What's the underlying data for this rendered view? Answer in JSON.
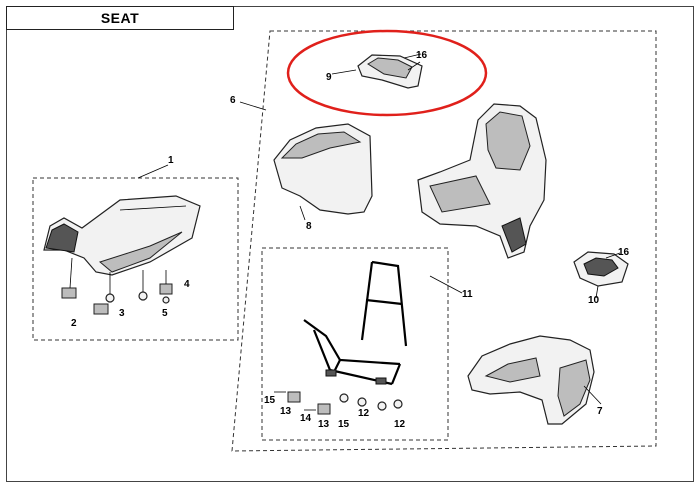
{
  "title": "SEAT",
  "highlight_color": "#e0201b",
  "callouts": {
    "c1": "1",
    "c2": "2",
    "c3": "3",
    "c4": "4",
    "c5": "5",
    "c6": "6",
    "c7": "7",
    "c8": "8",
    "c9": "9",
    "c10": "10",
    "c11": "11",
    "c12a": "12",
    "c12b": "12",
    "c13a": "13",
    "c13b": "13",
    "c14": "14",
    "c15a": "15",
    "c15b": "15",
    "c16a": "16",
    "c16b": "16"
  }
}
